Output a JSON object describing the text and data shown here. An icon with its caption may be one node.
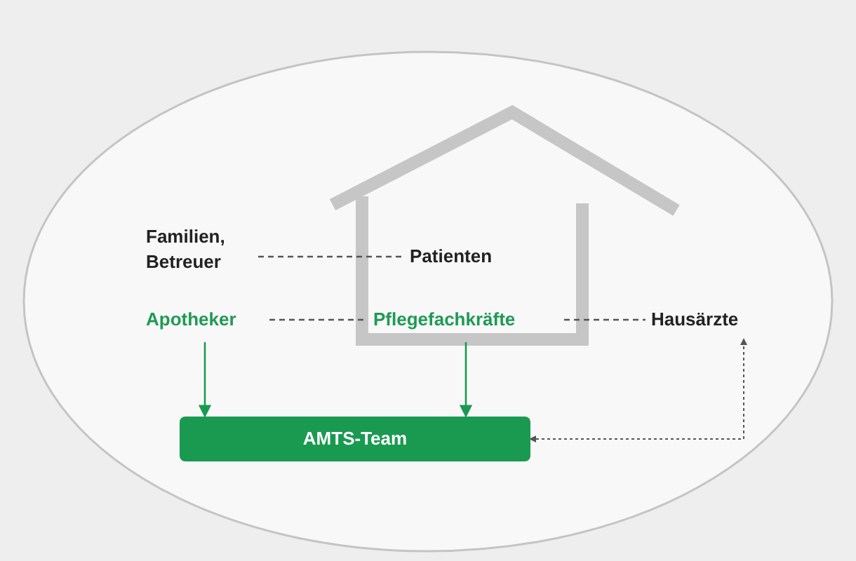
{
  "diagram": {
    "nodes": [
      {
        "text": [
          "Familien, Betreuer"
        ]
      },
      {
        "text": [
          "Patienten"
        ]
      },
      {
        "text": [
          "Apotheker"
        ]
      },
      {
        "text": [
          "Pflegefachkräfte"
        ]
      },
      {
        "text": [
          "Hausärzte"
        ]
      },
      {
        "text": [
          "AMTS-Team"
        ]
      }
    ],
    "edges": [
      {
        "from": 0,
        "to": 1,
        "arrow": "none",
        "style": "dashed",
        "color": "#555555"
      },
      {
        "from": 2,
        "to": 3,
        "arrow": "none",
        "style": "dashed",
        "color": "#555555"
      },
      {
        "from": 3,
        "to": 4,
        "arrow": "none",
        "style": "dashed",
        "color": "#555555"
      },
      {
        "from": 2,
        "to": 5,
        "arrow": "to",
        "color": "#1a9a50"
      },
      {
        "from": 3,
        "to": 5,
        "arrow": "to",
        "color": "#1a9a50"
      },
      {
        "from": 5,
        "to": 4,
        "arrow": "both",
        "style": "dashed",
        "color": "#555555"
      }
    ]
  }
}
